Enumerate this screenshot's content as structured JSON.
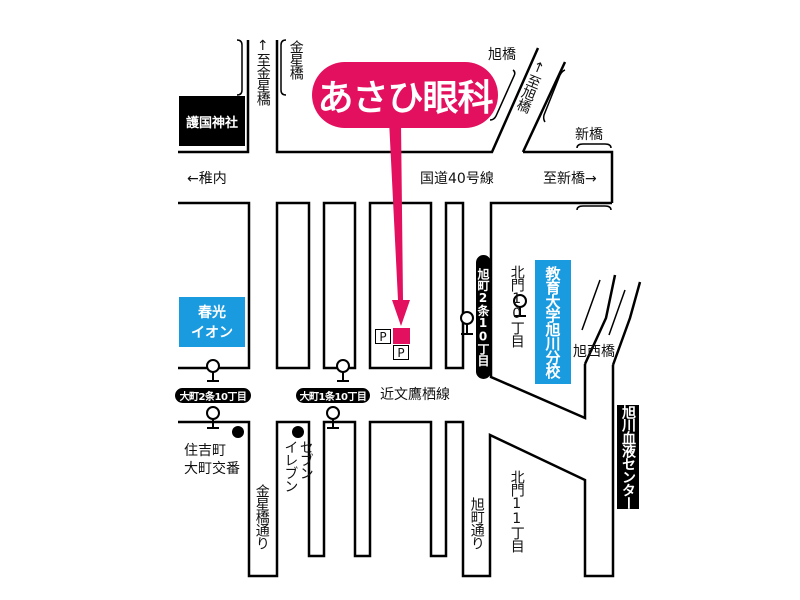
{
  "colors": {
    "brand": "#e2105e",
    "facility_blue": "#1a9be0",
    "line": "#000000"
  },
  "clinic": {
    "name": "あさひ眼科"
  },
  "landmarks": {
    "gokoku_shrine": "護国神社",
    "aeon": "春光\nイオン",
    "univ": "教育大学旭川分校",
    "blood_center": "旭川血液センター",
    "police": "住吉町\n大町交番",
    "seven_eleven": "セブン\nイレブン"
  },
  "roads": {
    "to_kinseibashi": "↑至金星橋",
    "kinseibashi": "金星橋",
    "asahibashi": "旭橋",
    "to_asahibashi": "↑至旭橋",
    "shinbashi": "新橋",
    "to_wakkanai": "←稚内",
    "route40": "国道40号線",
    "to_shinbashi": "至新橋→",
    "chikabumi": "近文鷹栖線",
    "asahinishibashi": "旭西橋",
    "kinseibashi_dori": "金星橋通り",
    "asahimachi_dori": "旭町通り"
  },
  "areas": {
    "kitamon10": "北門10丁目",
    "kitamon11": "北門11丁目"
  },
  "bus_stops": {
    "omachi2": "大町2条10丁目",
    "omachi1": "大町1条10丁目",
    "asahimachi": "旭町2条10丁目"
  },
  "parking": {
    "label": "P"
  },
  "icons": [
    "bus-stop-icon",
    "landmark-dot-icon",
    "parking-icon",
    "pointer-arrow-icon"
  ]
}
